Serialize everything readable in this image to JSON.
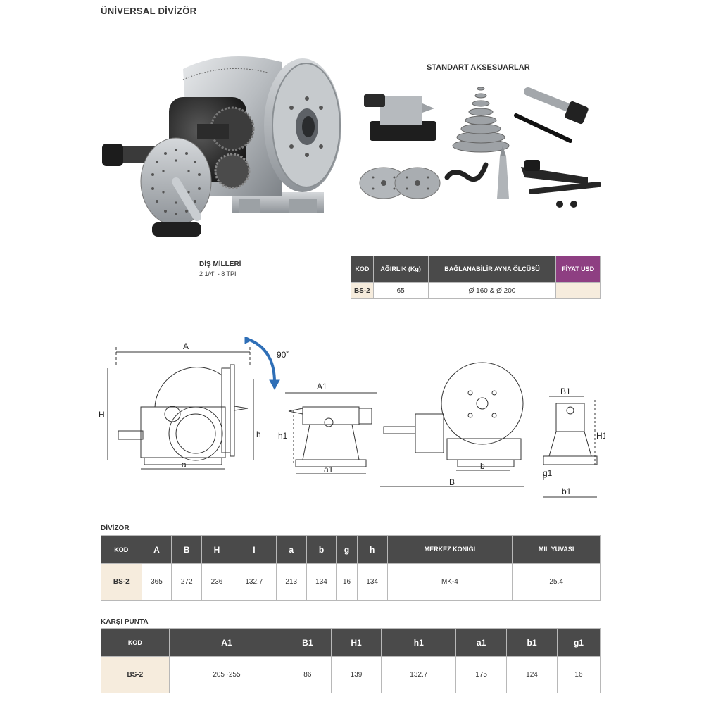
{
  "page_title": "ÜNİVERSAL DİVİZÖR",
  "accessories_heading": "STANDART AKSESUARLAR",
  "spindle": {
    "label": "DİŞ MİLLERİ",
    "value": "2 1/4\" - 8 TPI"
  },
  "price_table": {
    "headers": [
      "KOD",
      "AĞIRLIK (Kg)",
      "BAĞLANABİLİR AYNA ÖLÇÜSÜ",
      "FİYAT USD"
    ],
    "row": [
      "BS-2",
      "65",
      "Ø 160 & Ø 200",
      ""
    ],
    "price_header_color": "#8e3f82"
  },
  "drawing_labels": {
    "A": "A",
    "H": "H",
    "h": "h",
    "a": "a",
    "angle": "90˚",
    "A1": "A1",
    "h1": "h1",
    "a1": "a1",
    "b": "b",
    "B": "B",
    "B1": "B1",
    "H1": "H1",
    "g1": "g1",
    "b1": "b1"
  },
  "divisor": {
    "title": "DİVİZÖR",
    "headers": [
      "KOD",
      "A",
      "B",
      "H",
      "I",
      "a",
      "b",
      "g",
      "h",
      "MERKEZ KONİĞİ",
      "MİL YUVASI"
    ],
    "row": [
      "BS-2",
      "365",
      "272",
      "236",
      "132.7",
      "213",
      "134",
      "16",
      "134",
      "MK-4",
      "25.4"
    ]
  },
  "tailstock": {
    "title": "KARŞI PUNTA",
    "headers": [
      "KOD",
      "A1",
      "B1",
      "H1",
      "h1",
      "a1",
      "b1",
      "g1"
    ],
    "row": [
      "BS-2",
      "205~255",
      "86",
      "139",
      "132.7",
      "175",
      "124",
      "16"
    ]
  },
  "colors": {
    "header_dark": "#4a4a4a",
    "kod_cell": "#f6ecdd",
    "price_header": "#8e3f82"
  }
}
